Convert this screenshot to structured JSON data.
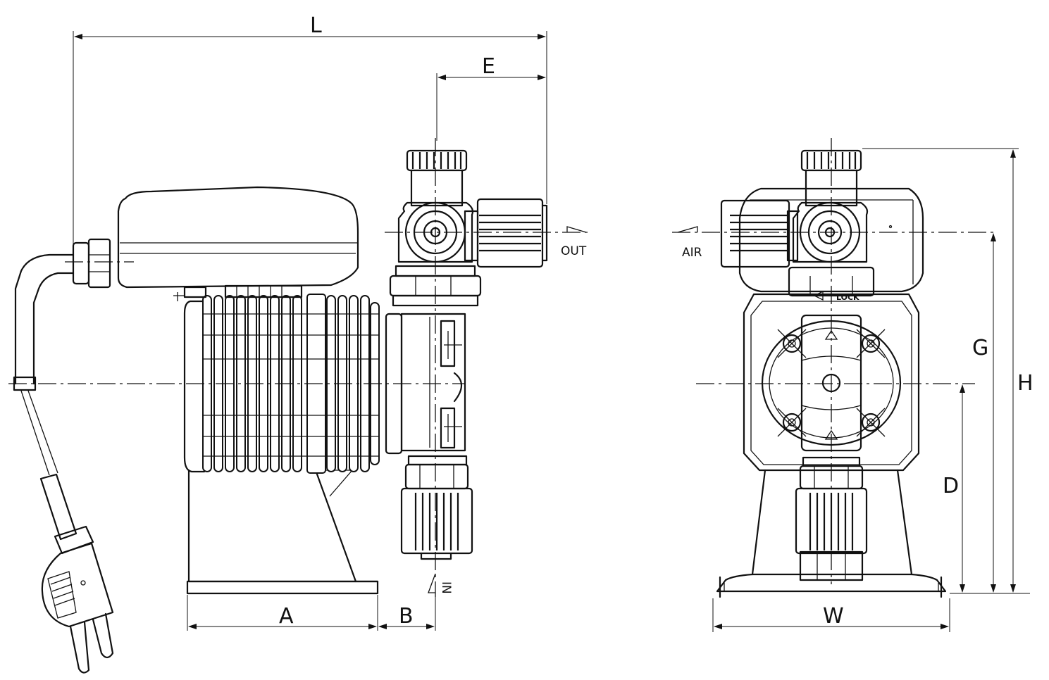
{
  "dimensions": {
    "L": "L",
    "E": "E",
    "A": "A",
    "B": "B",
    "W": "W",
    "G": "G",
    "H": "H",
    "D": "D"
  },
  "ports": {
    "out": "OUT",
    "in": "IN",
    "air": "AIR",
    "lock": "LOCK"
  }
}
